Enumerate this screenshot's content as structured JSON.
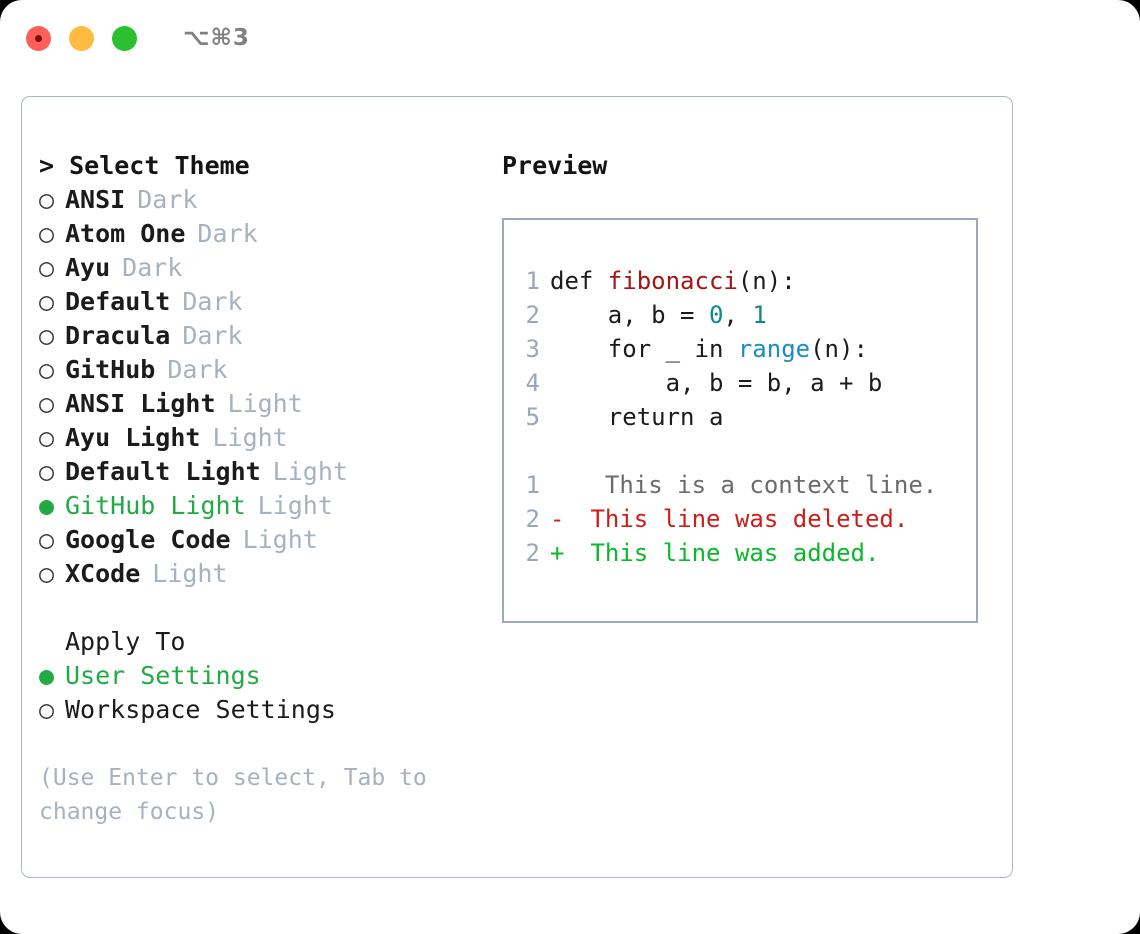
{
  "titlebar": {
    "shortcut": "⌥⌘3",
    "buttons": {
      "close": "close",
      "minimize": "minimize",
      "maximize": "maximize"
    }
  },
  "theme_picker": {
    "heading": "> Select Theme",
    "selected_theme": "GitHub Light",
    "items": [
      {
        "name": "ANSI",
        "variant": "Dark",
        "selected": false,
        "marker": "○"
      },
      {
        "name": "Atom One",
        "variant": "Dark",
        "selected": false,
        "marker": "○"
      },
      {
        "name": "Ayu",
        "variant": "Dark",
        "selected": false,
        "marker": "○"
      },
      {
        "name": "Default",
        "variant": "Dark",
        "selected": false,
        "marker": "○"
      },
      {
        "name": "Dracula",
        "variant": "Dark",
        "selected": false,
        "marker": "○"
      },
      {
        "name": "GitHub",
        "variant": "Dark",
        "selected": false,
        "marker": "○"
      },
      {
        "name": "ANSI Light",
        "variant": "Light",
        "selected": false,
        "marker": "○"
      },
      {
        "name": "Ayu Light",
        "variant": "Light",
        "selected": false,
        "marker": "○"
      },
      {
        "name": "Default Light",
        "variant": "Light",
        "selected": false,
        "marker": "○"
      },
      {
        "name": "GitHub Light",
        "variant": "Light",
        "selected": true,
        "marker": "●"
      },
      {
        "name": "Google Code",
        "variant": "Light",
        "selected": false,
        "marker": "○"
      },
      {
        "name": "XCode",
        "variant": "Light",
        "selected": false,
        "marker": "○"
      }
    ]
  },
  "apply_to": {
    "title": "Apply To",
    "selected_scope": "User Settings",
    "options": [
      {
        "label": "User Settings",
        "selected": true,
        "marker": "●"
      },
      {
        "label": "Workspace Settings",
        "selected": false,
        "marker": "○"
      }
    ]
  },
  "hint": "(Use Enter to select, Tab to change focus)",
  "preview": {
    "title": "Preview",
    "code": {
      "lines": [
        {
          "num": "1",
          "segments": [
            {
              "text": "def ",
              "kind": "plain"
            },
            {
              "text": "fibonacci",
              "kind": "function"
            },
            {
              "text": "(n):",
              "kind": "plain"
            }
          ]
        },
        {
          "num": "2",
          "segments": [
            {
              "text": "    a, b = ",
              "kind": "plain"
            },
            {
              "text": "0",
              "kind": "number"
            },
            {
              "text": ", ",
              "kind": "plain"
            },
            {
              "text": "1",
              "kind": "number"
            }
          ]
        },
        {
          "num": "3",
          "segments": [
            {
              "text": "    for _ in ",
              "kind": "plain"
            },
            {
              "text": "range",
              "kind": "call"
            },
            {
              "text": "(n):",
              "kind": "plain"
            }
          ]
        },
        {
          "num": "4",
          "segments": [
            {
              "text": "        a, b = b, a + b",
              "kind": "plain"
            }
          ]
        },
        {
          "num": "5",
          "segments": [
            {
              "text": "    return a",
              "kind": "plain"
            }
          ]
        }
      ]
    },
    "diff": {
      "lines": [
        {
          "num": "1",
          "sign": " ",
          "text": "  This is a context line.",
          "kind": "context"
        },
        {
          "num": "2",
          "sign": "-",
          "text": " This line was deleted.",
          "kind": "deleted"
        },
        {
          "num": "2",
          "sign": "+",
          "text": " This line was added.",
          "kind": "added"
        }
      ]
    }
  },
  "colors": {
    "accent_green": "#22aa44",
    "diff_added": "#0ab82b",
    "diff_deleted": "#cc1f1a",
    "muted": "#a6b2c0",
    "syntax_function": "#a31515",
    "syntax_number": "#0b8a8a",
    "syntax_call": "#1a8cc4",
    "border": "#adb8c6"
  }
}
